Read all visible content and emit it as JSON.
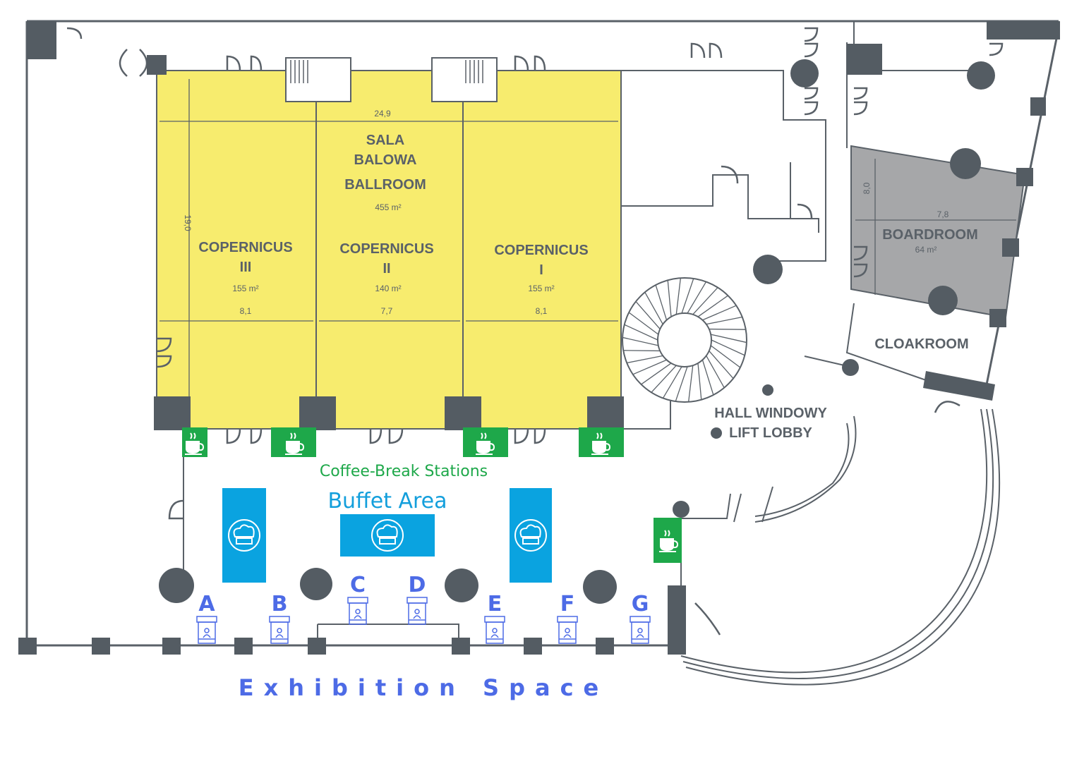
{
  "rooms": {
    "ballroom_title_1": "SALA",
    "ballroom_title_2": "BALOWA",
    "ballroom_title_3": "BALLROOM",
    "ballroom_area": "455 m²",
    "ballroom_width": "24,9",
    "ballroom_depth": "19,0",
    "copernicus_3_name": "COPERNICUS",
    "copernicus_3_num": "III",
    "copernicus_3_area": "155 m²",
    "copernicus_3_width": "8,1",
    "copernicus_2_name": "COPERNICUS",
    "copernicus_2_num": "II",
    "copernicus_2_area": "140 m²",
    "copernicus_2_width": "7,7",
    "copernicus_1_name": "COPERNICUS",
    "copernicus_1_num": "I",
    "copernicus_1_area": "155 m²",
    "copernicus_1_width": "8,1",
    "boardroom_name": "BOARDROOM",
    "boardroom_area": "64 m²",
    "boardroom_width": "7,8",
    "boardroom_depth": "8,0",
    "cloakroom": "CLOAKROOM",
    "hall_1": "HALL WINDOWY",
    "hall_2": "LIFT LOBBY"
  },
  "labels": {
    "coffee": "Coffee-Break Stations",
    "buffet": "Buffet Area",
    "exhibition": "Exhibition Space"
  },
  "booths": [
    "A",
    "B",
    "C",
    "D",
    "E",
    "F",
    "G"
  ],
  "icons": {
    "coffee": "coffee-cup-icon",
    "buffet": "chef-hat-icon",
    "booth": "exhibition-booth-icon"
  },
  "colors": {
    "ballroom": "#f7ec6e",
    "boardroom": "#a6a7a9",
    "coffee": "#1ea84a",
    "buffet": "#0aa3e0",
    "booth": "#4d6be6",
    "wall": "#5a6168"
  }
}
